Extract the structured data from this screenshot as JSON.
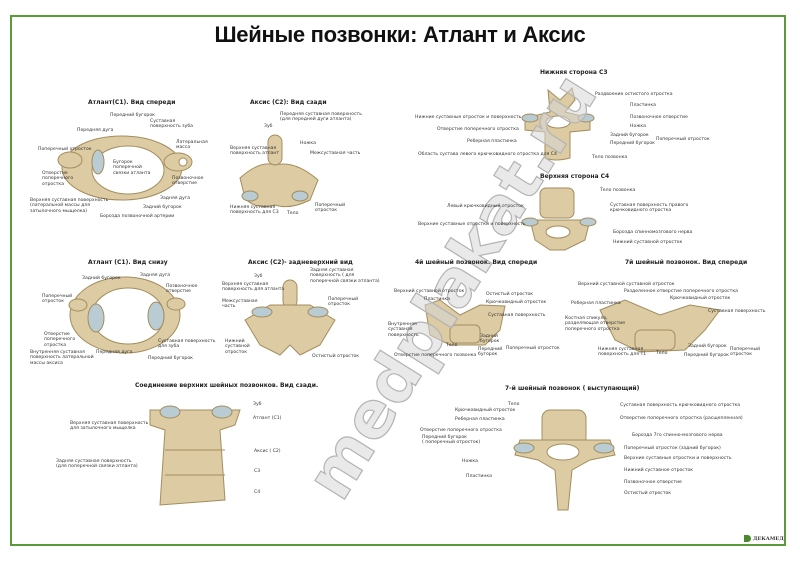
{
  "title": "Шейные позвонки: Атлант и Аксис",
  "watermark": "medplakat.ru",
  "logo": "ДЕКАМЕД",
  "colors": {
    "frame": "#5c9a3a",
    "bone": "#dccba3",
    "cartilage": "#b9cbd3"
  },
  "panels": {
    "atlas_front": {
      "title": "Атлант(С1). Вид спереди",
      "labels": [
        "Передний бугорок",
        "Передняя дуга",
        "Суставная\nповерхность зуба",
        "Латеральная\nмасса",
        "Поперечный отросток",
        "Бугорок\nпоперечной\nсвязки атланта",
        "Отверстие\nпоперечного\nотростка",
        "Позвоночное\nотверстие",
        "Задняя дуга",
        "Верхняя суставная поверхность\n(латеральной массы для\nзатылочного мыщелка)",
        "Задний бугорок",
        "Борозда позвоночной артерии"
      ]
    },
    "axis_back": {
      "title": "Аксис (С2): Вид сзади",
      "labels": [
        "Передняя суставная поверхность\n(для передней дуги атланта)",
        "Зуб",
        "Ножка",
        "Верхняя суставная\nповерхность атлант",
        "Межсуставная часть",
        "Нижняя суставная\nповерхность для С3",
        "Тело",
        "Поперечный\nотросток"
      ]
    },
    "c3_lower": {
      "title": "Нижняя сторона С3",
      "labels": [
        "Раздвоение остистого отростка",
        "Пластинка",
        "Нижние суставные отросток и поверхность",
        "Позвоночное отверстие",
        "Отверстие поперечного отростка",
        "Ножка",
        "Реберная пластинка",
        "Задний бугорок",
        "Передний бугорок",
        "Поперечный отросток",
        "Область сустава левого крючковидного отростка для С4",
        "Тело позвонка"
      ]
    },
    "c4_upper": {
      "title": "Верхняя сторона С4",
      "labels": [
        "Тело позвонка",
        "Левый крючковидный отросток",
        "Суставная поверхность правого\nкрючковидного отростка",
        "Верхние суставные отростки и поверхность",
        "Борозда спинномозгового нерва",
        "Нижний суставной отросток"
      ]
    },
    "atlas_below": {
      "title": "Атлант (С1). Вид снизу",
      "labels": [
        "Задний бугорок",
        "Задняя дуга",
        "Позвоночное\nотверстие",
        "Поперечный\nотросток",
        "Отверстие\nпоперечного\nотростка",
        "Суставная поверхность\nдля зуба",
        "Внутренняя суставная\nповерхность латеральной\nмассы аксиса",
        "Передняя дуга",
        "Передний бугорок"
      ]
    },
    "axis_posterosuperior": {
      "title": "Аксис (С2)- задневерхний вид",
      "labels": [
        "Зуб",
        "Задняя суставная\nповерхность ( для\nпоперечной связки атланта)",
        "Верхняя суставная\nповерхность для атланта",
        "Межсуставная\nчасть",
        "Поперечный\nотросток",
        "Нижний\nсуставной\nотросток",
        "Остистый отросток"
      ]
    },
    "c4_front": {
      "title": "4й шейный позвонок. Вид спереди",
      "labels": [
        "Верхний суставной отросток",
        "Пластинка",
        "Остистый отросток",
        "Крючковидный отросток",
        "Суставная поверхность",
        "Внутренняя\nсуставная\nповерхность",
        "Тело",
        "Задний\nбугорок",
        "Передний\nбугорок",
        "Поперечный отросток",
        "Отверстие поперечного позвонка"
      ]
    },
    "c7_front": {
      "title": "7й шейный позвонок. Вид спереди",
      "labels": [
        "Верхний суставной суставной отросток",
        "Разделенное отверстие поперечного отростка",
        "Крючковидный отросток",
        "Суставная поверхность",
        "Реберная пластинка",
        "Костная спикула,\nразделяющая отверстие\nпоперечного отростка",
        "Нижняя суставная\nповерхность для Т1",
        "Тело",
        "Задний бугорок",
        "Передний бугорок",
        "Поперечный\nотросток"
      ]
    },
    "upper_junction": {
      "title": "Соединение верхних шейных позвонков. Вид сзади.",
      "labels": [
        "Зуб",
        "Атлант (С1)",
        "Верхняя суставная поверхность\nдля затылочного мыщелка",
        "Аксис ( С2)",
        "Задняя суставная поверхность\n(для поперечной связки атланта)",
        "С3",
        "С4"
      ]
    },
    "c7_prominens": {
      "title": "7-й шейный позвонок ( выступающий)",
      "labels": [
        "Тело",
        "Крючковидный отросток",
        "Реберная пластинка",
        "Отверстие поперечного отростка",
        "Передний бугорок\n( поперечный отросток)",
        "Ножка",
        "Пластинка",
        "Суставная поверхность крючковидного отростка",
        "Отверстие поперечного отростка (расщепленная)",
        "Борозда 7го спинно-мозгового нерва",
        "Поперечный отросток (задний бугорок)",
        "Верхние суставные отростки и поверхность",
        "Нижний суставное отросток",
        "Позвоночное отверстие",
        "Остистый отросток"
      ]
    }
  }
}
